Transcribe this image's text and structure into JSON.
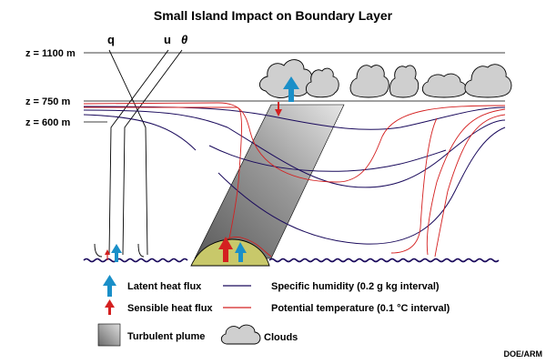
{
  "title": "Small Island Impact on Boundary Layer",
  "levels": [
    {
      "label": "z = 1100 m"
    },
    {
      "label": "z = 750 m"
    },
    {
      "label": "z = 600 m"
    }
  ],
  "profile_labels": {
    "q": "q",
    "u": "u",
    "theta": "θ"
  },
  "legend": {
    "latent": "Latent heat flux",
    "sensible": "Sensible heat flux",
    "humidity": "Specific humidity (0.2 g kg interval)",
    "potential": "Potential temperature (0.1 °C interval)",
    "plume": "Turbulent plume",
    "clouds": "Clouds"
  },
  "credit": "DOE/ARM",
  "colors": {
    "humidity_line": "#1a0a5c",
    "temperature_line": "#d42020",
    "latent_arrow": "#1a8fc8",
    "sensible_arrow": "#d42020",
    "island": "#c8c86a",
    "cloud": "#cfcfcf"
  }
}
